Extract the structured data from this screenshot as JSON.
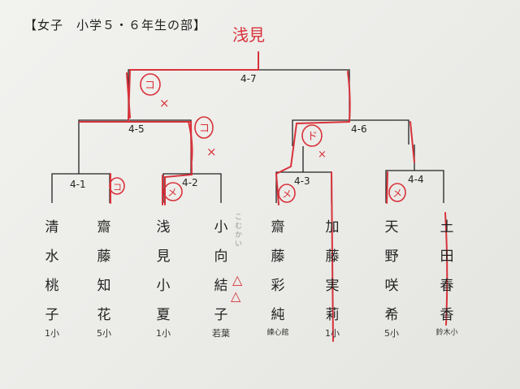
{
  "title": "【女子　小学５・６年生の部】",
  "watermark": "",
  "matches": {
    "m47": "4-7",
    "m45": "4-5",
    "m46": "4-6",
    "m41": "4-1",
    "m42": "4-2",
    "m43": "4-3",
    "m44": "4-4"
  },
  "players": [
    {
      "name": [
        "清",
        "水",
        "桃",
        "子"
      ],
      "school": "1小"
    },
    {
      "name": [
        "齋",
        "藤",
        "知",
        "花"
      ],
      "school": "5小"
    },
    {
      "name": [
        "浅",
        "見",
        "小",
        "夏"
      ],
      "school": "1小"
    },
    {
      "name": [
        "小",
        "向",
        "結",
        "子"
      ],
      "school": "若葉"
    },
    {
      "name": [
        "齋",
        "藤",
        "彩",
        "純"
      ],
      "school": "練心館"
    },
    {
      "name": [
        "加",
        "藤",
        "実",
        "莉"
      ],
      "school": "1小"
    },
    {
      "name": [
        "天",
        "野",
        "咲",
        "希"
      ],
      "school": "5小"
    },
    {
      "name": [
        "土",
        "田",
        "春",
        "香"
      ],
      "school": "鈴木小"
    }
  ],
  "pencil_note": "こむかい",
  "handwriting": {
    "winner": "浅見",
    "final_mark": "コ",
    "semi_left_mark": "コ",
    "semi_right_mark": "ド",
    "q_marks": [
      "コ",
      "メ",
      "メ",
      "メ"
    ],
    "x_mark": "×",
    "triangle": "△"
  },
  "colors": {
    "ink": "#222222",
    "red": "#d8323a",
    "paper": "#eeeeea"
  }
}
